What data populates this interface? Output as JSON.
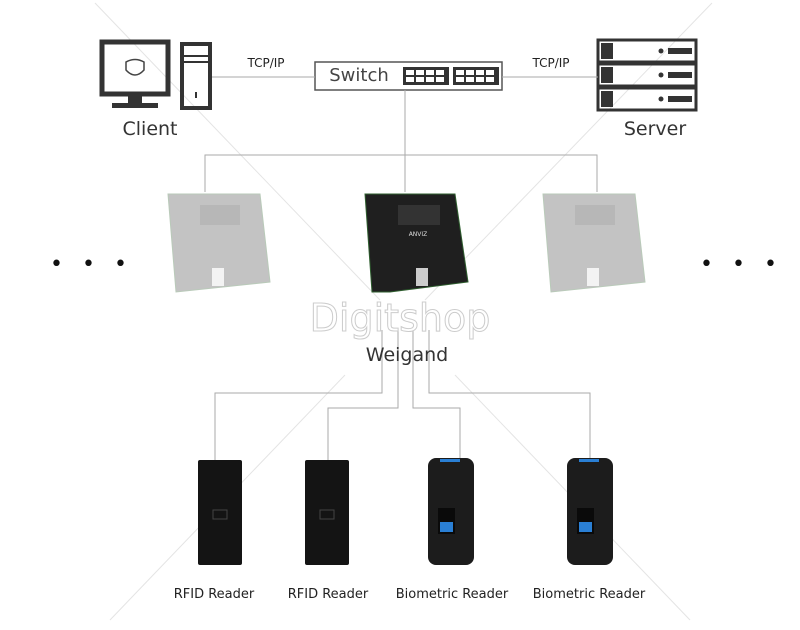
{
  "network": {
    "client_label": "Client",
    "server_label": "Server",
    "switch_label": "Switch",
    "link_left_label": "TCP/IP",
    "link_right_label": "TCP/IP"
  },
  "controllers": {
    "ellipsis_left": "• • •",
    "ellipsis_right": "• • •",
    "brand_mark": "ANVIZ"
  },
  "watermark": "Digitshop",
  "bus_label": "Weigand",
  "readers": [
    {
      "label": "RFID Reader",
      "type": "rfid"
    },
    {
      "label": "RFID Reader",
      "type": "rfid"
    },
    {
      "label": "Biometric Reader",
      "type": "biometric"
    },
    {
      "label": "Biometric Reader",
      "type": "biometric"
    }
  ],
  "colors": {
    "line": "#aaaaaa",
    "device": "#1c1c1c",
    "accent_blue": "#2a7fd4"
  }
}
